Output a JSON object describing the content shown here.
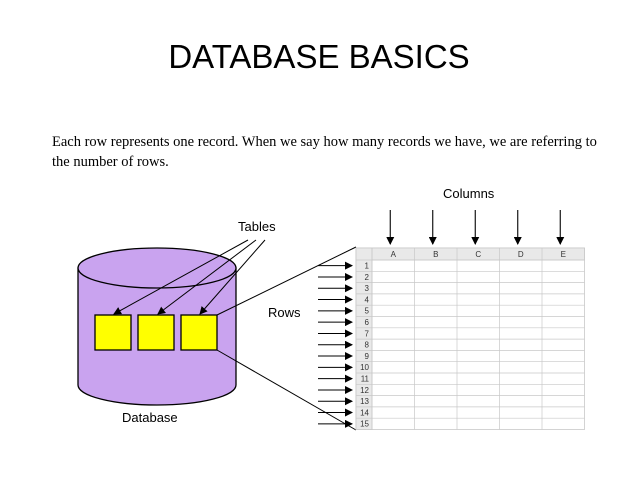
{
  "slide": {
    "title": "DATABASE BASICS",
    "paragraph": "Each row represents one record.  When we say how many records we have, we are referring to the number of rows."
  },
  "diagram": {
    "labels": {
      "columns": "Columns",
      "tables": "Tables",
      "rows": "Rows",
      "database": "Database"
    },
    "spreadsheet": {
      "columns": [
        "A",
        "B",
        "C",
        "D",
        "E"
      ],
      "rows": [
        "1",
        "2",
        "3",
        "4",
        "5",
        "6",
        "7",
        "8",
        "9",
        "10",
        "11",
        "12",
        "13",
        "14",
        "15"
      ]
    },
    "colors": {
      "cylinder_fill": "#c9a3ef",
      "cylinder_stroke": "#000000",
      "table_fill": "#ffff00",
      "sheet_header_fill": "#e9e9e9",
      "sheet_grid": "#c8c8c8"
    }
  }
}
